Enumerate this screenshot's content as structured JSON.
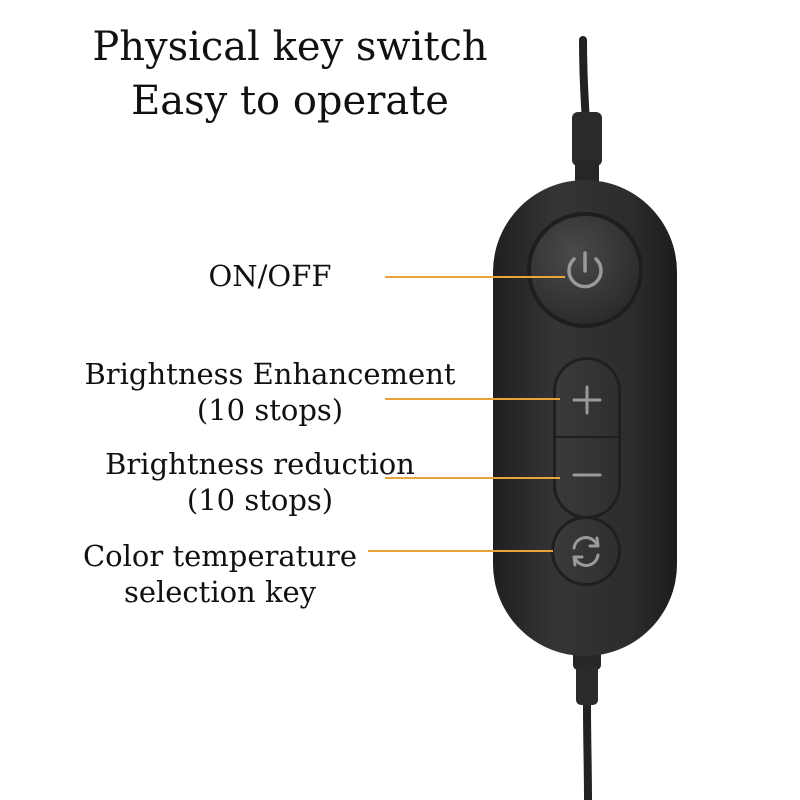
{
  "header": {
    "title_line1": "Physical key switch",
    "title_line2": "Easy to operate"
  },
  "callouts": {
    "on_off": {
      "line1": "ON/OFF"
    },
    "brightness_up": {
      "line1": "Brightness Enhancement",
      "line2": "(10 stops)"
    },
    "brightness_down": {
      "line1": "Brightness reduction",
      "line2": "(10 stops)"
    },
    "color_temp": {
      "line1": "Color temperature",
      "line2": "selection key"
    }
  },
  "device": {
    "buttons": [
      {
        "name": "power",
        "icon": "power-icon"
      },
      {
        "name": "plus",
        "icon": "plus-icon"
      },
      {
        "name": "minus",
        "icon": "minus-icon"
      },
      {
        "name": "cycle",
        "icon": "cycle-icon"
      }
    ]
  },
  "colors": {
    "leader_line": "#e7a43c",
    "device_body": "#2e2e2e",
    "button_face": "#3a3a3a",
    "icon": "#9a9a9a"
  }
}
